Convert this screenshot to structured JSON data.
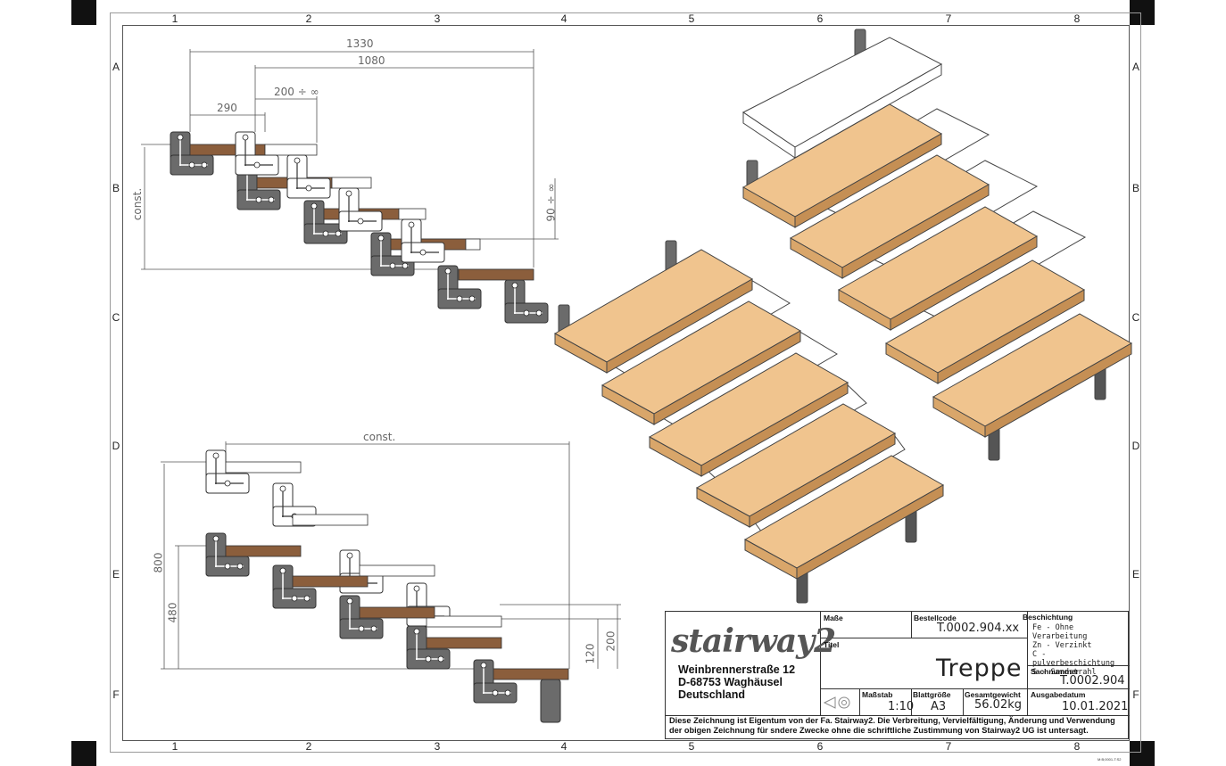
{
  "zones": {
    "columns": [
      "1",
      "2",
      "3",
      "4",
      "5",
      "6",
      "7",
      "8"
    ],
    "rows": [
      "A",
      "B",
      "C",
      "D",
      "E",
      "F"
    ]
  },
  "dimensions": {
    "total_length": "1330",
    "length_2": "1080",
    "step_range": "200 ÷ ∞",
    "step_290": "290",
    "height_const": "const.",
    "height_range": "90 ÷ ∞",
    "bottom_const": "const.",
    "h800": "800",
    "h480": "480",
    "h120": "120",
    "h200": "200"
  },
  "title_block": {
    "logo": "stairway2",
    "address_line1": "Weinbrennerstraße 12",
    "address_line2": "D-68753 Waghäusel",
    "address_line3": "Deutschland",
    "masse_label": "Maße",
    "bestellcode_label": "Bestellcode",
    "bestellcode_value": "T.0002.904.xx",
    "beschichtung_label": "Beschichtung",
    "coatings": [
      "Fe - Ohne Verarbeitung",
      "Zn - Verzinkt",
      "C  - pulverbeschichtung",
      "S  - Sandstrahl"
    ],
    "titel_label": "Titel",
    "titel_value": "Treppe",
    "sachnummer_label": "Sachnummer",
    "sachnummer_value": "T.0002.904",
    "massstab_label": "Maßstab",
    "massstab_value": "1:10",
    "blattgroesse_label": "Blattgröße",
    "blattgroesse_value": "A3",
    "gesamtgewicht_label": "Gesamtgewicht",
    "gesamtgewicht_value": "56.02kg",
    "ausgabedatum_label": "Ausgabedatum",
    "ausgabedatum_value": "10.01.2021",
    "legal_line1": "Diese Zeichnung ist Eigentum von der Fa. Stairway2. Die Verbreitung, Vervielfältigung, Änderung und Verwendung",
    "legal_line2": "der obigen Zeichnung für sndere Zwecke ohne die schriftliche Zustimmung von Stairway2 UG ist untersagt.",
    "tiny_code": "M:B;0001-T:S2"
  },
  "colors": {
    "wood": "#f0c48e",
    "wood_edge": "#8a5a2a",
    "wood_dark": "#8b5e3c",
    "steel": "#6b6b6b",
    "steel_dark": "#3d3d3d"
  }
}
